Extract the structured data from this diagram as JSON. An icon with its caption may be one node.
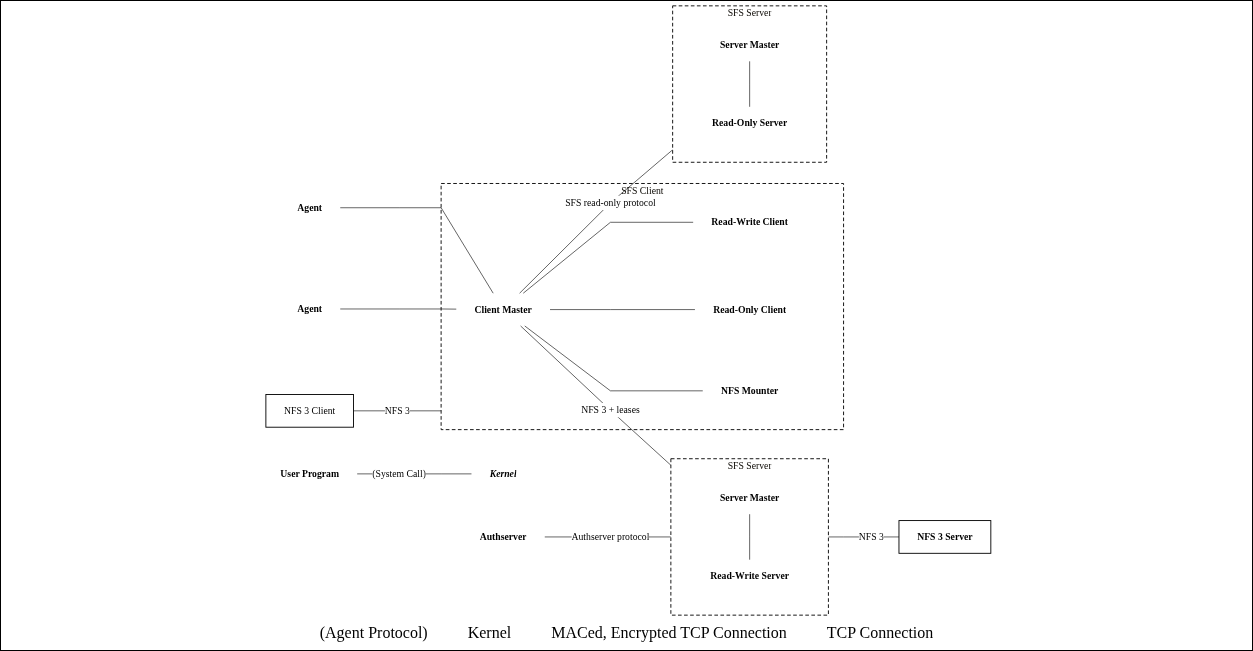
{
  "diagram": {
    "nodes": [
      {
        "text": [
          "User Program"
        ]
      },
      {
        "text": [
          "Kernel"
        ]
      },
      {
        "text": [
          "NFS 3 Client"
        ]
      },
      {
        "text": [
          "SFS Client"
        ]
      },
      {
        "text": [
          "Client Master"
        ],
        "in": 3
      },
      {
        "text": [
          "Read-Write Client"
        ],
        "in": 3
      },
      {
        "text": [
          "Read-Only Client"
        ],
        "in": 3
      },
      {
        "text": [
          "NFS Mounter"
        ],
        "in": 3
      },
      {
        "text": [
          "Agent"
        ]
      },
      {
        "text": [
          "Agent"
        ]
      },
      {
        "text": [
          "Authserver"
        ]
      },
      {
        "text": [
          "NFS 3 Server"
        ]
      },
      {
        "text": [
          "SFS Server"
        ]
      },
      {
        "text": [
          "Server Master"
        ],
        "in": 12
      },
      {
        "text": [
          "Read-Write Server"
        ],
        "in": 12
      },
      {
        "text": [
          "SFS Server"
        ]
      },
      {
        "text": [
          "Server Master"
        ],
        "in": 15
      },
      {
        "text": [
          "Read-Only Server"
        ],
        "in": 15
      }
    ],
    "edges": [
      {
        "from": 0,
        "to": 1,
        "arrow": "none",
        "label": "(System Call)"
      },
      {
        "from": 2,
        "to": 3,
        "arrow": "none",
        "label": "NFS 3"
      },
      {
        "from": 8,
        "to": 4,
        "arrow": "none"
      },
      {
        "from": 9,
        "to": 4,
        "arrow": "none"
      },
      {
        "from": 4,
        "to": 5,
        "arrow": "none"
      },
      {
        "from": 4,
        "to": 6,
        "arrow": "none"
      },
      {
        "from": 4,
        "to": 7,
        "arrow": "none"
      },
      {
        "from": 4,
        "to": 12,
        "arrow": "none",
        "label": "NFS 3 + leases"
      },
      {
        "from": 4,
        "to": 15,
        "arrow": "none",
        "label": "SFS read-only protocol"
      },
      {
        "from": 10,
        "to": 12,
        "arrow": "none",
        "label": "Authserver protocol"
      },
      {
        "from": 13,
        "to": 14,
        "arrow": "none"
      },
      {
        "from": 12,
        "to": 11,
        "arrow": "none",
        "label": "NFS 3"
      },
      {
        "from": 16,
        "to": 17,
        "arrow": "none"
      }
    ],
    "labels": [
      "(Agent Protocol)",
      "Kernel",
      "MACed, Encrypted TCP Connection",
      "TCP Connection"
    ]
  }
}
